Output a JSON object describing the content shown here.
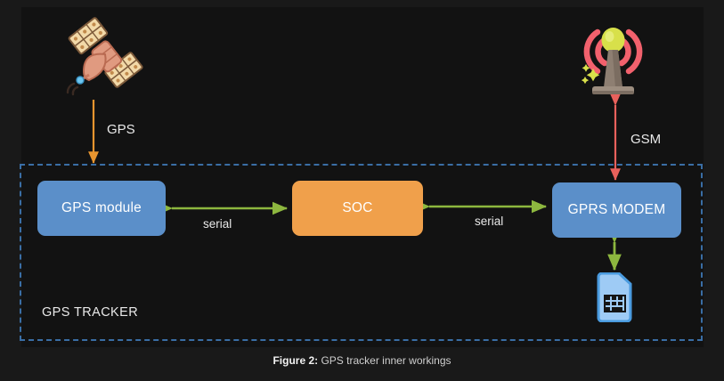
{
  "figure": {
    "number_label": "Figure 2:",
    "caption_text": "GPS tracker inner workings"
  },
  "enclosure": {
    "label": "GPS TRACKER",
    "border_color": "#3a6ea5",
    "border_style": "dashed"
  },
  "nodes": [
    {
      "id": "gps-module",
      "label": "GPS module",
      "color": "#5b8fc9"
    },
    {
      "id": "soc",
      "label": "SOC",
      "color": "#f0a04b"
    },
    {
      "id": "gprs-modem",
      "label": "GPRS MODEM",
      "color": "#5b8fc9"
    }
  ],
  "links": [
    {
      "id": "gps-soc",
      "label": "serial",
      "color": "#8db73f",
      "direction": "bidirectional"
    },
    {
      "id": "soc-modem",
      "label": "serial",
      "color": "#8db73f",
      "direction": "bidirectional"
    },
    {
      "id": "sat-tracker",
      "label": "GPS",
      "color": "#e8952f",
      "direction": "down"
    },
    {
      "id": "tower-modem",
      "label": "GSM",
      "color": "#e8615c",
      "direction": "bidirectional"
    },
    {
      "id": "modem-sim",
      "label": "",
      "color": "#8db73f",
      "direction": "bidirectional"
    }
  ],
  "icons": {
    "satellite": "satellite-icon",
    "tower": "antenna-tower-icon",
    "sim": "sim-card-icon"
  },
  "colors": {
    "background": "#121212",
    "page_background": "#191919",
    "node_blue": "#5b8fc9",
    "node_orange": "#f0a04b",
    "arrow_green": "#8db73f",
    "arrow_orange": "#e8952f",
    "arrow_red": "#e8615c",
    "enclosure_blue": "#3a6ea5",
    "text": "#e9e9e9"
  }
}
